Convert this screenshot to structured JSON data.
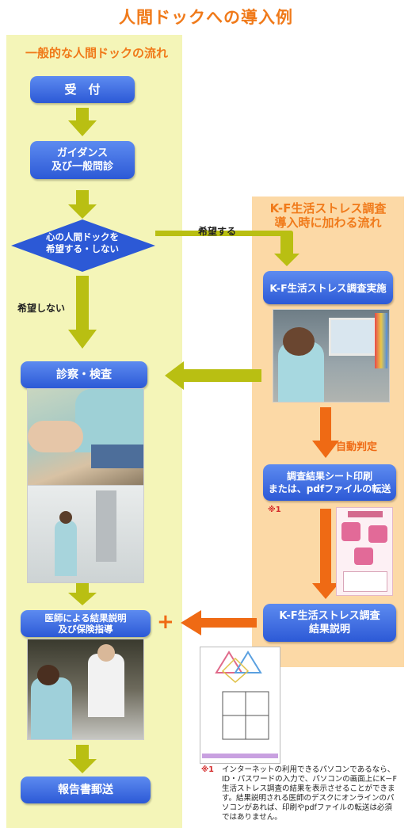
{
  "title": "人間ドックへの導入例",
  "left_flow": {
    "heading": "一般的な人間ドックの流れ",
    "reception": "受　付",
    "guidance_line1": "ガイダンス",
    "guidance_line2": "及び一般問診",
    "decision_line1": "心の人間ドックを",
    "decision_line2": "希望する・しない",
    "no_label": "希望しない",
    "exam": "診察・検査",
    "explain_line1": "医師による結果説明",
    "explain_line2": "及び保険指導",
    "report": "報告書郵送"
  },
  "right_flow": {
    "heading_line1": "K-F生活ストレス調査",
    "heading_line2": "導入時に加わる流れ",
    "yes_label": "希望する",
    "survey": "K-F生活ストレス調査実施",
    "auto_label": "自動判定",
    "print_line1": "調査結果シート印刷",
    "print_line2": "または、pdfファイルの転送",
    "footnote_mark": "※1",
    "result_line1": "K-F生活ストレス調査",
    "result_line2": "結果説明",
    "plus": "+"
  },
  "footnote": {
    "mark": "※1",
    "text": "インターネットの利用できるパソコンであるなら、ID・パスワードの入力で、パソコンの画面上にK－F生活ストレス調査の結果を表示させることができます。結果説明される医師のデスクにオンラインのパソコンがあれば、印刷やpdfファイルの転送は必須ではありません。"
  },
  "colors": {
    "accent": "#f07a1a",
    "box_blue": "#2c59d6",
    "arrow_green": "#b9bf12",
    "arrow_orange": "#ef6a14",
    "left_bg": "#f4f5b8",
    "right_bg": "#fcd9a6"
  }
}
